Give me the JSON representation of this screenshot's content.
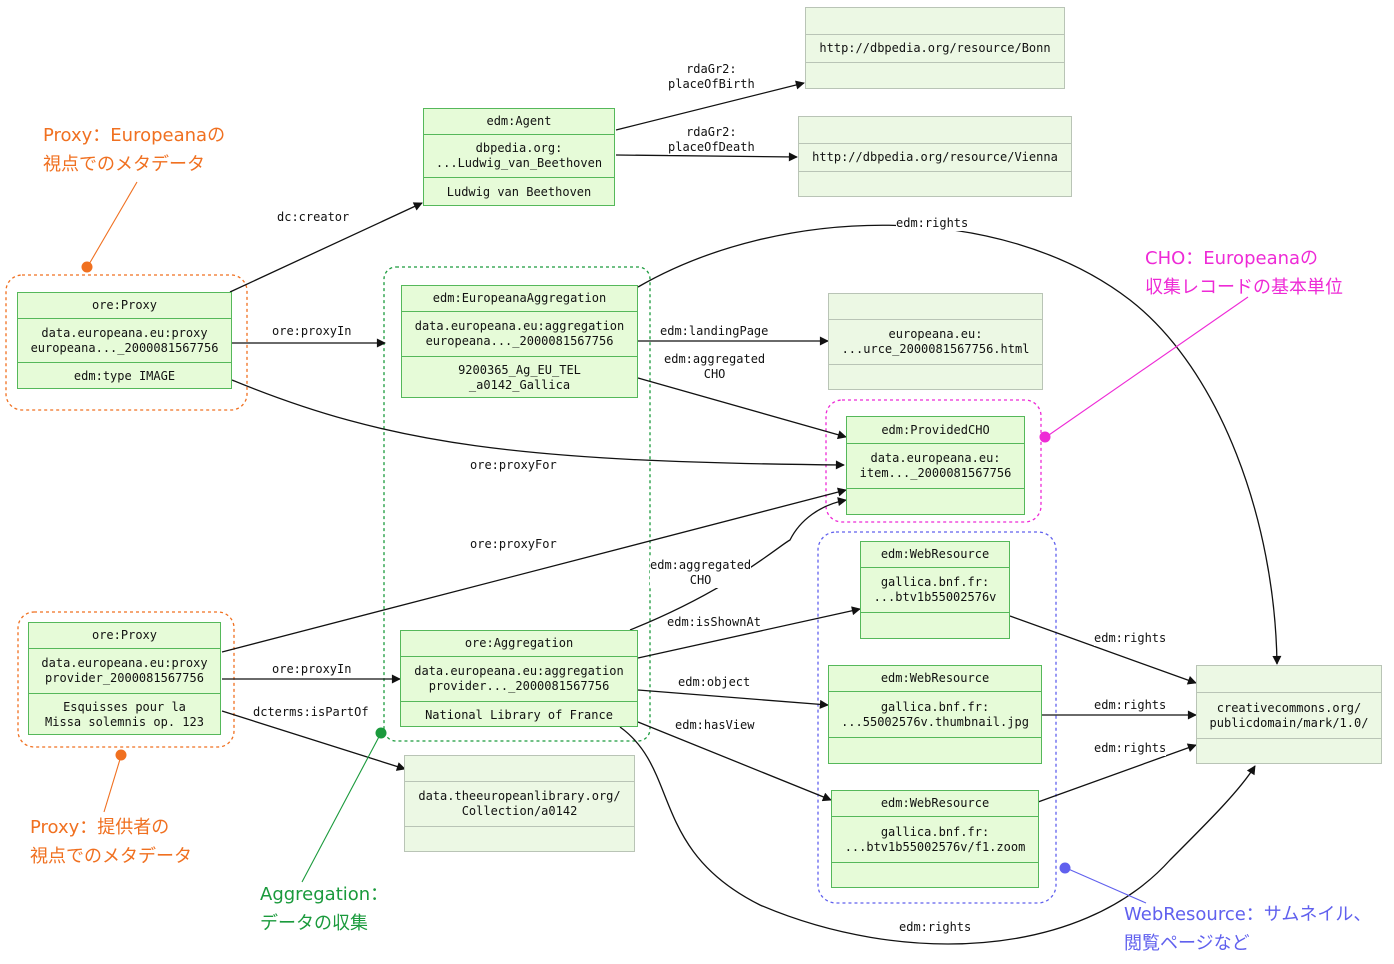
{
  "nodes": {
    "bonn": {
      "rows": [
        "",
        "http://dbpedia.org/resource/Bonn",
        ""
      ]
    },
    "vienna": {
      "rows": [
        "",
        "http://dbpedia.org/resource/Vienna",
        ""
      ]
    },
    "agent": {
      "rows": [
        "edm:Agent",
        "dbpedia.org:",
        "...Ludwig_van_Beethoven",
        "Ludwig van Beethoven"
      ]
    },
    "proxy_europeana": {
      "rows": [
        "ore:Proxy",
        "data.europeana.eu:proxy",
        "europeana..._2000081567756",
        "edm:type IMAGE"
      ]
    },
    "europeana_aggregation": {
      "rows": [
        "edm:EuropeanaAggregation",
        "data.europeana.eu:aggregation",
        "europeana..._2000081567756",
        "9200365_Ag_EU_TEL",
        "_a0142_Gallica"
      ]
    },
    "landing": {
      "rows": [
        "",
        "europeana.eu:",
        "...urce_2000081567756.html",
        ""
      ]
    },
    "provided_cho": {
      "rows": [
        "edm:ProvidedCHO",
        "data.europeana.eu:",
        "item..._2000081567756",
        ""
      ]
    },
    "proxy_provider": {
      "rows": [
        "ore:Proxy",
        "data.europeana.eu:proxy",
        "provider_2000081567756",
        "Esquisses pour la",
        "Missa solemnis op. 123"
      ]
    },
    "aggregation": {
      "rows": [
        "ore:Aggregation",
        "data.europeana.eu:aggregation",
        "provider..._2000081567756",
        "National Library of France"
      ]
    },
    "collection": {
      "rows": [
        "",
        "data.theeuropeanlibrary.org/",
        "Collection/a0142",
        ""
      ]
    },
    "webres1": {
      "rows": [
        "edm:WebResource",
        "gallica.bnf.fr:",
        "...btv1b55002576v",
        ""
      ]
    },
    "webres2": {
      "rows": [
        "edm:WebResource",
        "gallica.bnf.fr:",
        "...55002576v.thumbnail.jpg",
        ""
      ]
    },
    "webres3": {
      "rows": [
        "edm:WebResource",
        "gallica.bnf.fr:",
        "...btv1b55002576v/f1.zoom",
        ""
      ]
    },
    "license": {
      "rows": [
        "",
        "creativecommons.org/",
        "publicdomain/mark/1.0/",
        ""
      ]
    }
  },
  "edge_labels": {
    "place_of_birth": [
      "rdaGr2:",
      "placeOfBirth"
    ],
    "place_of_death": [
      "rdaGr2:",
      "placeOfDeath"
    ],
    "creator": [
      "dc:creator"
    ],
    "proxy_in_top": [
      "ore:proxyIn"
    ],
    "proxy_for_top": [
      "ore:proxyFor"
    ],
    "proxy_for_bottom": [
      "ore:proxyFor"
    ],
    "proxy_in_bottom": [
      "ore:proxyIn"
    ],
    "is_part_of": [
      "dcterms:isPartOf"
    ],
    "landing_page": [
      "edm:landingPage"
    ],
    "aggregated_cho_top": [
      "edm:aggregated",
      "CHO"
    ],
    "aggregated_cho_bottom": [
      "edm:aggregated",
      "CHO"
    ],
    "is_shown_at": [
      "edm:isShownAt"
    ],
    "object": [
      "edm:object"
    ],
    "has_view": [
      "edm:hasView"
    ],
    "rights_top": [
      "edm:rights"
    ],
    "rights_1": [
      "edm:rights"
    ],
    "rights_2": [
      "edm:rights"
    ],
    "rights_3": [
      "edm:rights"
    ],
    "rights_bottom": [
      "edm:rights"
    ]
  },
  "annotations": {
    "proxy_europeana": {
      "lines": [
        "Proxy：Europeanaの",
        "視点でのメタデータ"
      ],
      "color": "#f07020"
    },
    "cho": {
      "lines": [
        "CHO：Europeanaの",
        "収集レコードの基本単位"
      ],
      "color": "#ee2ad6"
    },
    "proxy_provider": {
      "lines": [
        "Proxy：提供者の",
        "視点でのメタデータ"
      ],
      "color": "#f07020"
    },
    "aggregation": {
      "lines": [
        "Aggregation：",
        "データの収集"
      ],
      "color": "#1a9a3c"
    },
    "webresource": {
      "lines": [
        "WebResource：サムネイル、",
        "閲覧ページなど"
      ],
      "color": "#6060ee"
    }
  },
  "colors": {
    "node_fill": "#e6fbd8",
    "node_border": "#55b85a",
    "edge": "#111111",
    "proxy_group": "#f07020",
    "aggregation_group": "#1a9a3c",
    "cho_group": "#ee2ad6",
    "webresource_group": "#6060ee"
  }
}
